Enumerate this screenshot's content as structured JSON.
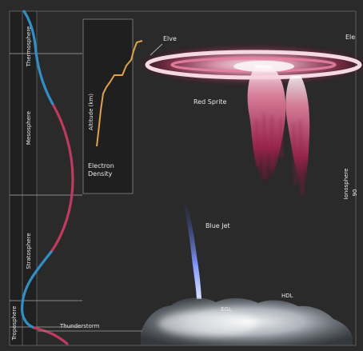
{
  "layers": {
    "troposphere": "Troposphere",
    "stratosphere": "Stratosphere",
    "mesosphere": "Mesosphere",
    "thermosphere": "Thermosphere"
  },
  "labels": {
    "elve": "Elve",
    "elve_right": "Ele",
    "red_sprite": "Red Sprite",
    "blue_jet": "Blue Jet",
    "thunderstorm": "Thunderstorm",
    "electron_density": "Electron\nDensity",
    "altitude": "Altitude (km)",
    "altitude_tick": "90",
    "ionosphere": "Ionosphere",
    "hdl": "HDL",
    "cloud_left": "EGL"
  },
  "colors": {
    "background": "#2a2a2a",
    "panel": "#1f1f1f",
    "temperature_upper": "#2f8fc6",
    "temperature_lower": "#c0395e",
    "electron_density": "#e0a148",
    "sprite": "#d14f7a",
    "jet": "#4f63b8"
  }
}
